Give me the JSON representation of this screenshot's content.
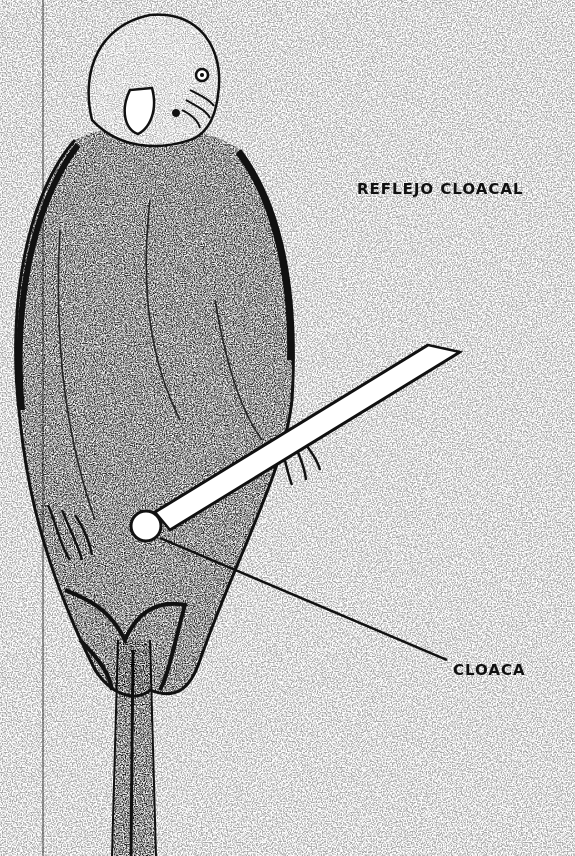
{
  "figure": {
    "title": "REFLEJO CLOACAL",
    "callouts": [
      {
        "label": "CLOACA"
      }
    ],
    "colors": {
      "paper": "#ffffff",
      "ink": "#111111"
    },
    "icons": [
      "budgerigar-illustration",
      "probe-stick",
      "cloaca-marker"
    ]
  }
}
